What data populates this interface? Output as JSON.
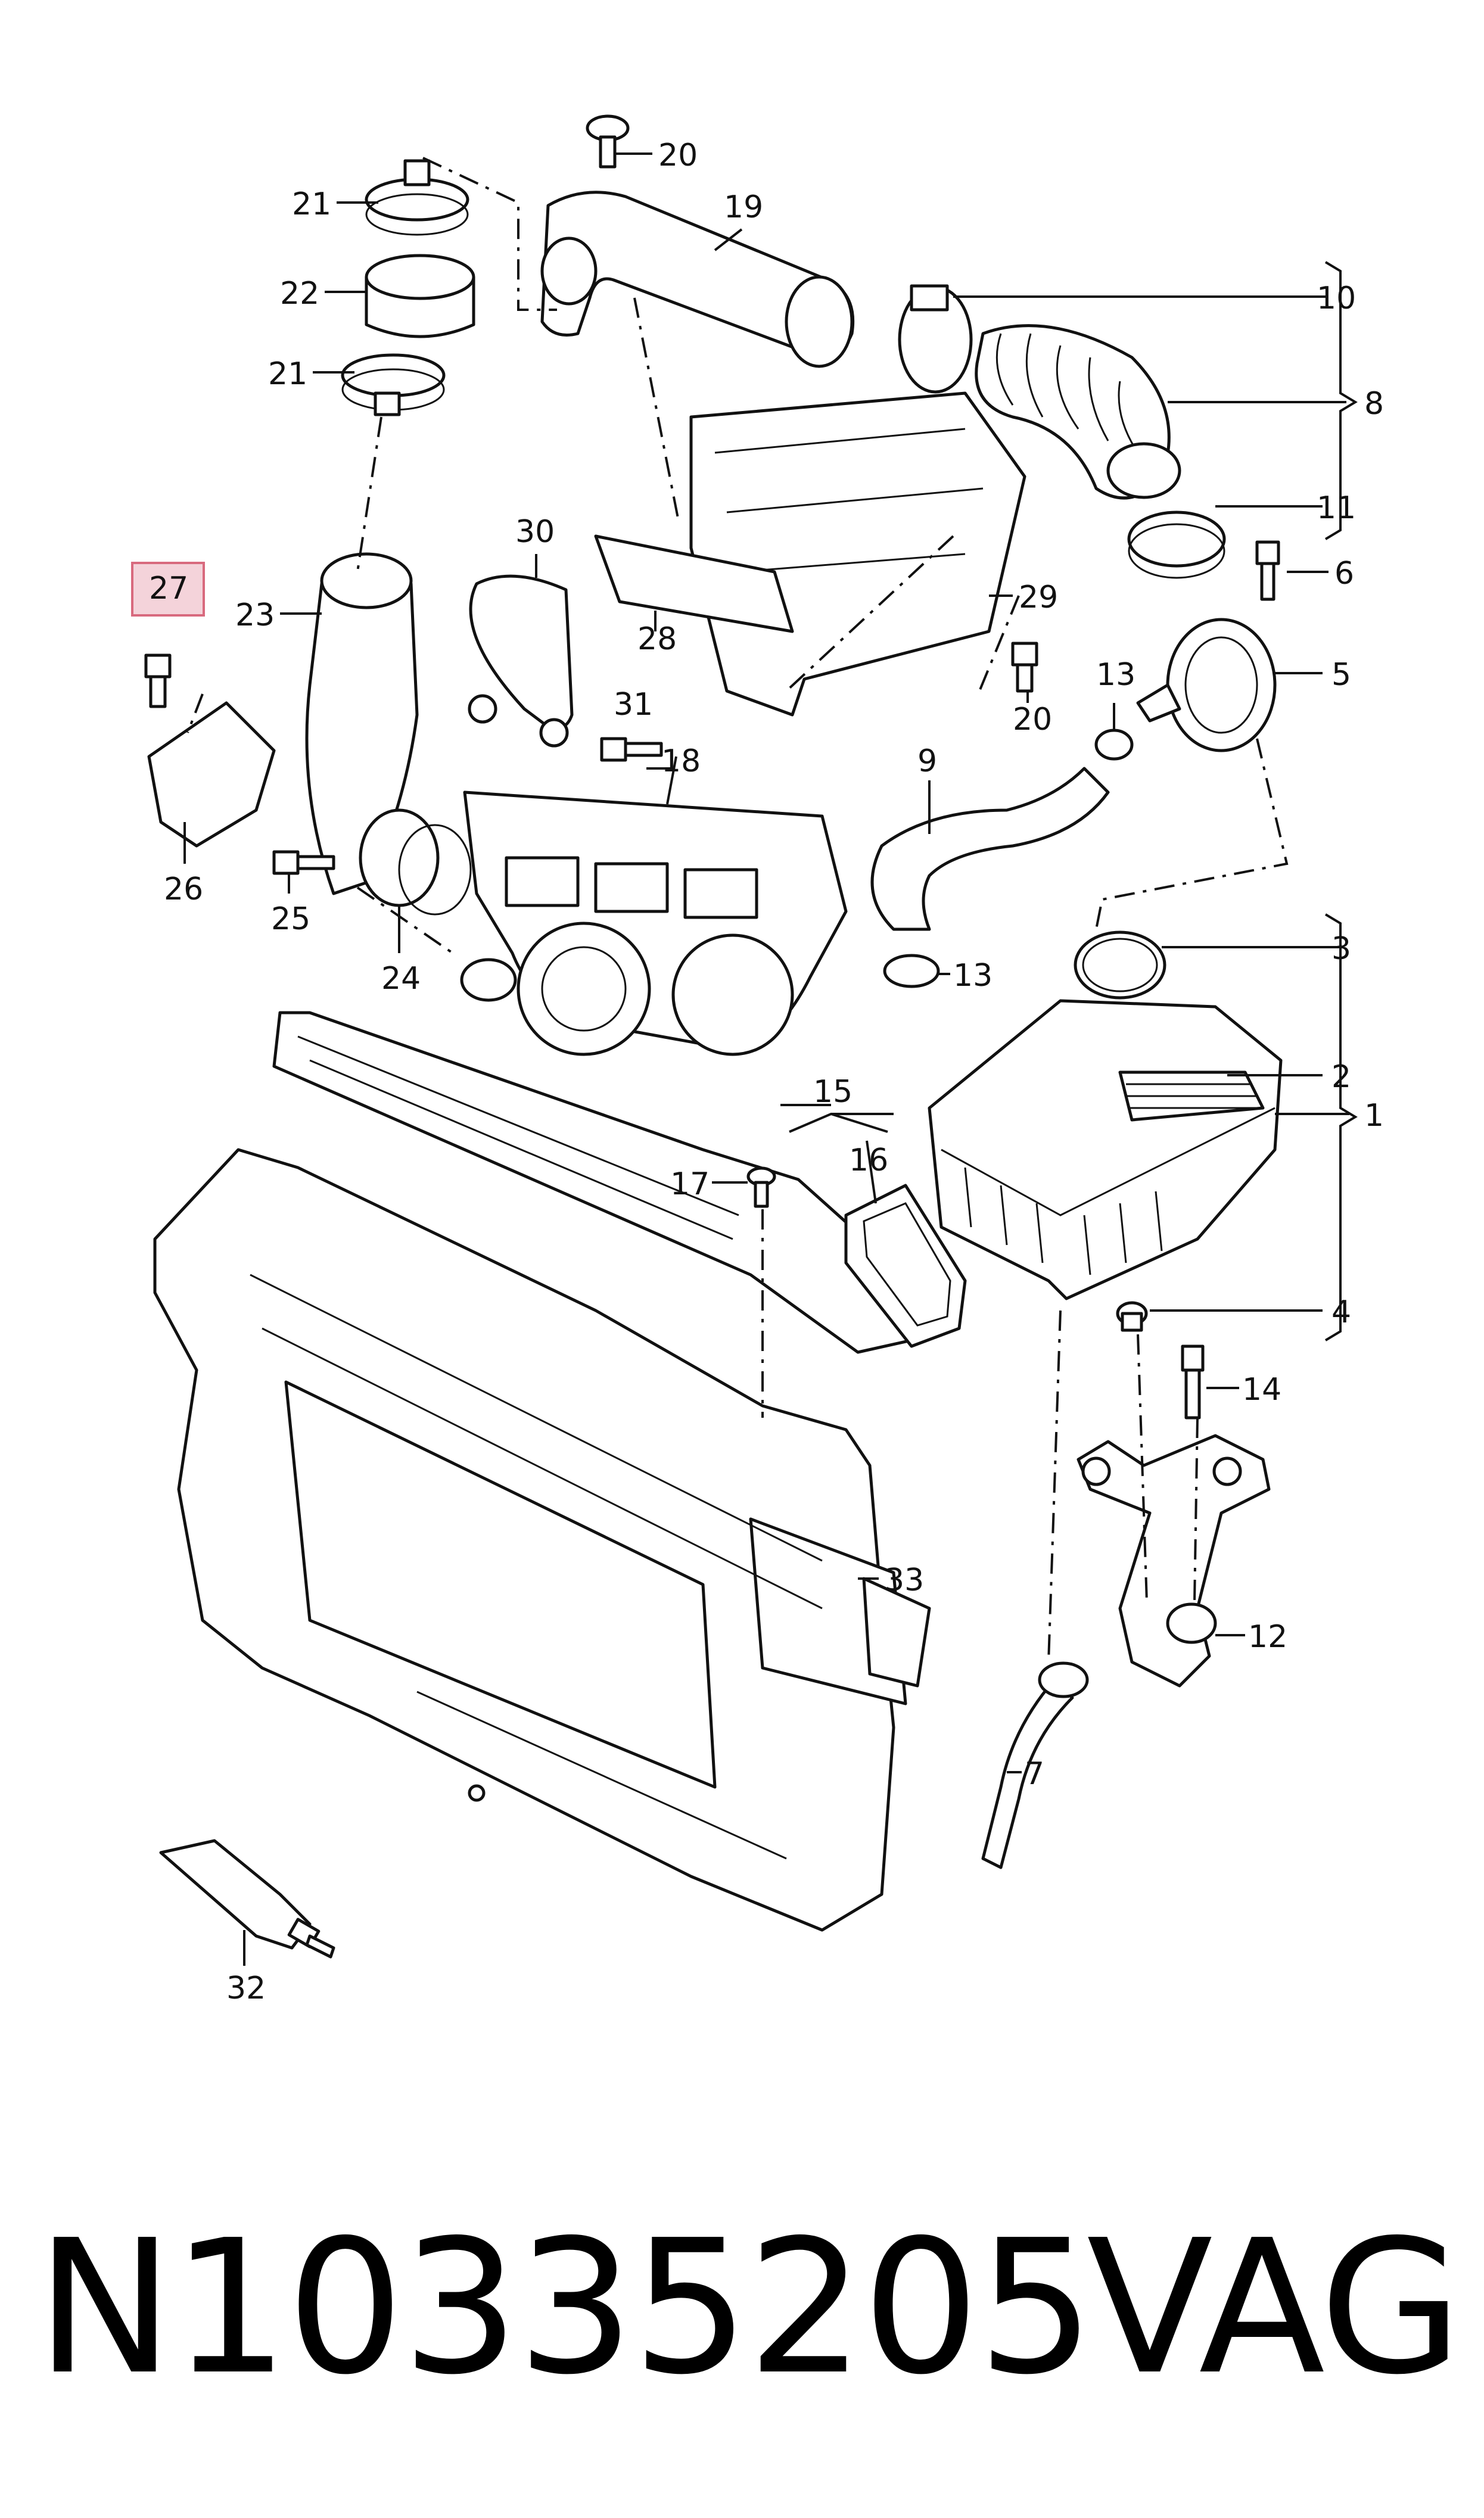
{
  "callouts": {
    "c1": "1",
    "c2": "2",
    "c3": "3",
    "c4": "4",
    "c5": "5",
    "c6": "6",
    "c7": "7",
    "c8": "8",
    "c9": "9",
    "c10": "10",
    "c11": "11",
    "c12": "12",
    "c13a": "13",
    "c13b": "13",
    "c14": "14",
    "c15": "15",
    "c16": "16",
    "c17": "17",
    "c18": "18",
    "c19": "19",
    "c20a": "20",
    "c20b": "20",
    "c21a": "21",
    "c21b": "21",
    "c22": "22",
    "c23": "23",
    "c24": "24",
    "c25": "25",
    "c26": "26",
    "c27": "27",
    "c28": "28",
    "c29": "29",
    "c30": "30",
    "c31": "31",
    "c32": "32",
    "c33": "33"
  },
  "highlighted_callout": "27",
  "highlight_color": "#f4d3da",
  "highlight_border": "#d86a7e",
  "caption": {
    "part_number": "N10335205",
    "brand": "VAG"
  }
}
